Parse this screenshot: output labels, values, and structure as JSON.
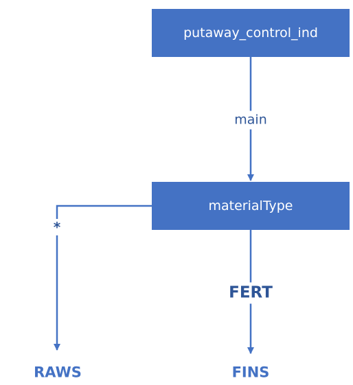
{
  "diagram": {
    "nodes": {
      "root": "putaway_control_ind",
      "decision": "materialType"
    },
    "edges": {
      "root_to_decision": "main",
      "decision_default": "*",
      "decision_fert": "FERT"
    },
    "leaves": {
      "raws": "RAWS",
      "fins": "FINS"
    },
    "colors": {
      "node_fill": "#4472c4",
      "connector": "#4472c4",
      "edge_label": "#2e5597",
      "node_text": "#ffffff"
    }
  }
}
